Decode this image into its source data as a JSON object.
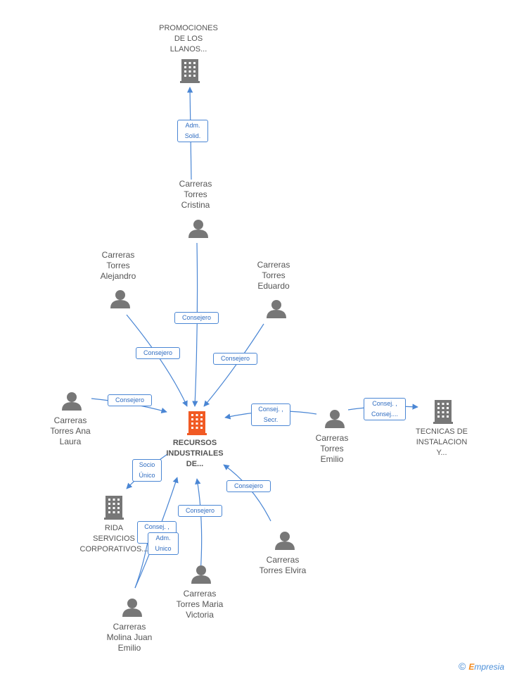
{
  "center": {
    "label": "RECURSOS\nINDUSTRIALES\nDE...",
    "color": "#f15a24"
  },
  "companies": [
    {
      "id": "promociones",
      "label": "PROMOCIONES\nDE LOS\nLLANOS..."
    },
    {
      "id": "tecnicas",
      "label": "TECNICAS DE\nINSTALACION\nY..."
    },
    {
      "id": "rida",
      "label": "RIDA\nSERVICIOS\nCORPORATIVOS..."
    }
  ],
  "persons": [
    {
      "id": "cristina",
      "label": "Carreras\nTorres\nCristina"
    },
    {
      "id": "alejandro",
      "label": "Carreras\nTorres\nAlejandro"
    },
    {
      "id": "eduardo",
      "label": "Carreras\nTorres\nEduardo"
    },
    {
      "id": "ana",
      "label": "Carreras\nTorres Ana\nLaura"
    },
    {
      "id": "emilio",
      "label": "Carreras\nTorres\nEmilio"
    },
    {
      "id": "elvira",
      "label": "Carreras\nTorres Elvira"
    },
    {
      "id": "maria",
      "label": "Carreras\nTorres Maria\nVictoria"
    },
    {
      "id": "molina",
      "label": "Carreras\nMolina Juan\nEmilio"
    }
  ],
  "edges": [
    {
      "id": "cristina-promociones",
      "label": "Adm.\nSolid."
    },
    {
      "id": "cristina-center",
      "label": "Consejero"
    },
    {
      "id": "alejandro-center",
      "label": "Consejero"
    },
    {
      "id": "eduardo-center",
      "label": "Consejero"
    },
    {
      "id": "ana-center",
      "label": "Consejero"
    },
    {
      "id": "emilio-center",
      "label": "Consej. ,\nSecr."
    },
    {
      "id": "emilio-tecnicas",
      "label": "Consej. ,\nConsej...."
    },
    {
      "id": "center-rida",
      "label": "Socio\nÚnico"
    },
    {
      "id": "elvira-center",
      "label": "Consejero"
    },
    {
      "id": "maria-center",
      "label": "Consejero"
    },
    {
      "id": "molina-center",
      "label": "Consej. ,\n...."
    },
    {
      "id": "molina-rida",
      "label": "Adm.\nUnico"
    }
  ],
  "colors": {
    "edge": "#4a86d4",
    "node": "#777777",
    "center": "#f15a24"
  },
  "footer": {
    "copyright": "©",
    "brand_first": "E",
    "brand_rest": "mpresia"
  }
}
